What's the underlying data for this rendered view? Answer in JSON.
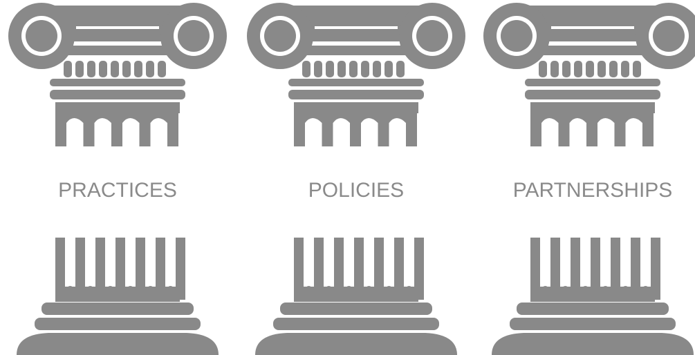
{
  "colors": {
    "column": "#898989",
    "text": "#8a8a8a",
    "background": "#ffffff"
  },
  "pillars": [
    {
      "label": "PRACTICES",
      "icon": "ionic-column-icon"
    },
    {
      "label": "POLICIES",
      "icon": "ionic-column-icon"
    },
    {
      "label": "PARTNERSHIPS",
      "icon": "ionic-column-icon"
    }
  ]
}
